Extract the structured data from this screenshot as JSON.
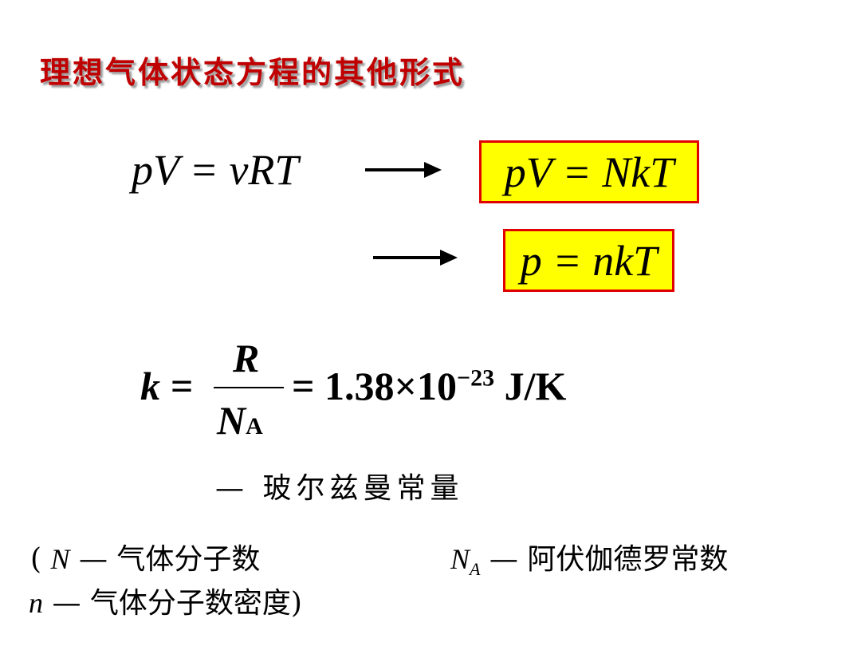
{
  "title": "理想气体状态方程的其他形式",
  "eq1": "pV = νRT",
  "eq2": "pV = NkT",
  "eq3": "p = nkT",
  "k_formula": {
    "lhs": "k =",
    "numerator": "R",
    "denominator": "N",
    "denominator_sub": "A",
    "rhs": "= 1.38×10",
    "exponent": "−23",
    "unit": "J/K"
  },
  "k_name": "— 玻尔兹曼常量",
  "notes": {
    "open": "(",
    "N_symbol": "N",
    "N_desc": "— 气体分子数",
    "NA_symbol": "N",
    "NA_sub": "A",
    "NA_desc": "— 阿伏伽德罗常数",
    "n_symbol": "n",
    "n_desc": "— 气体分子数密度)"
  },
  "colors": {
    "title": "#c00000",
    "highlight": "#ffff00",
    "border": "#e00000"
  }
}
